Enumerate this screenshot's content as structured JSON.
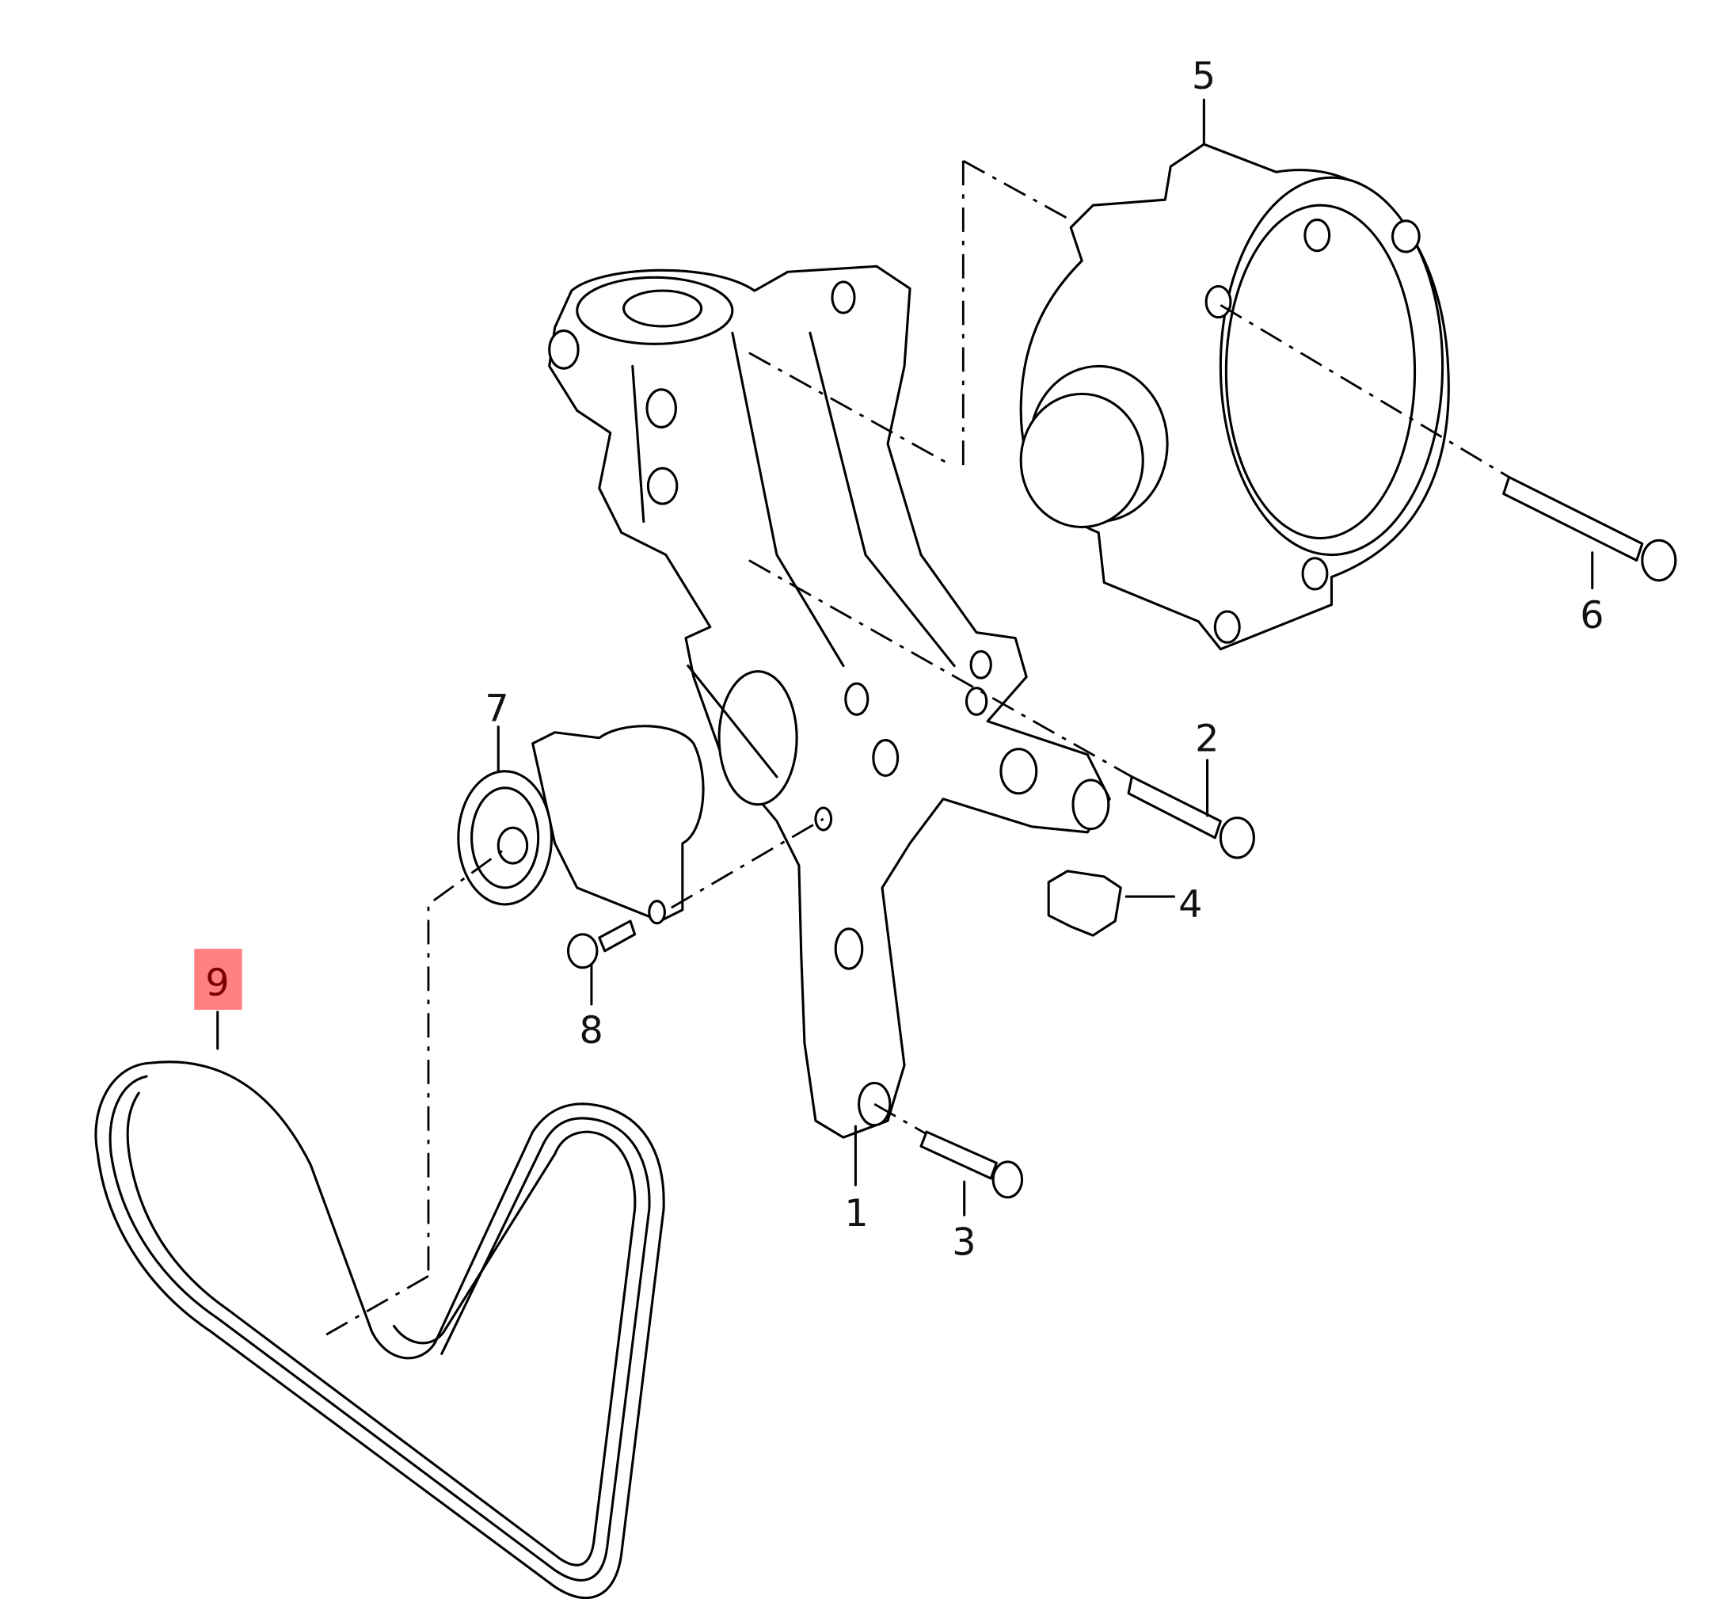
{
  "callouts": [
    "1",
    "2",
    "3",
    "4",
    "5",
    "6",
    "7",
    "8",
    "9"
  ],
  "highlighted_callout": "9",
  "colors": {
    "highlight": "#ff8080",
    "line": "#000000"
  }
}
